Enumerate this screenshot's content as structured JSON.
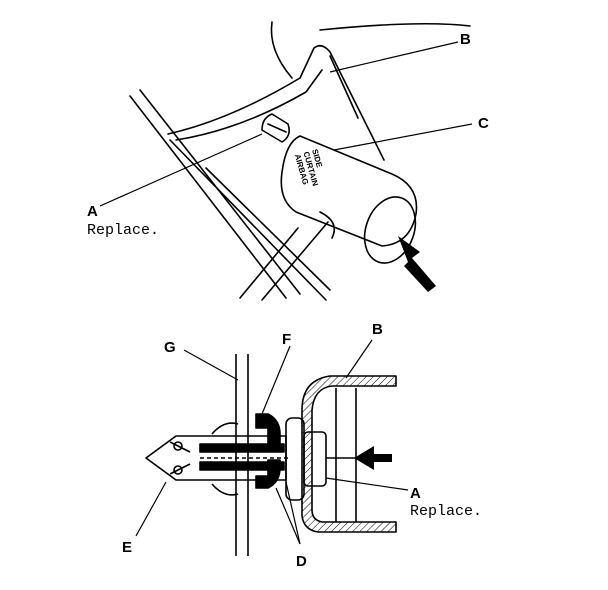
{
  "top_view": {
    "label_a": "A",
    "label_a_note": "Replace.",
    "label_b": "B",
    "label_c": "C",
    "cover_text": [
      "SIDE",
      "CURTAIN",
      "AIRBAG"
    ]
  },
  "bottom_view": {
    "label_a": "A",
    "label_a_note": "Replace.",
    "label_b": "B",
    "label_d": "D",
    "label_e": "E",
    "label_f": "F",
    "label_g": "G"
  },
  "colors": {
    "ink": "#000000",
    "paper": "#ffffff"
  },
  "icons": [
    "push-direction-arrow"
  ]
}
